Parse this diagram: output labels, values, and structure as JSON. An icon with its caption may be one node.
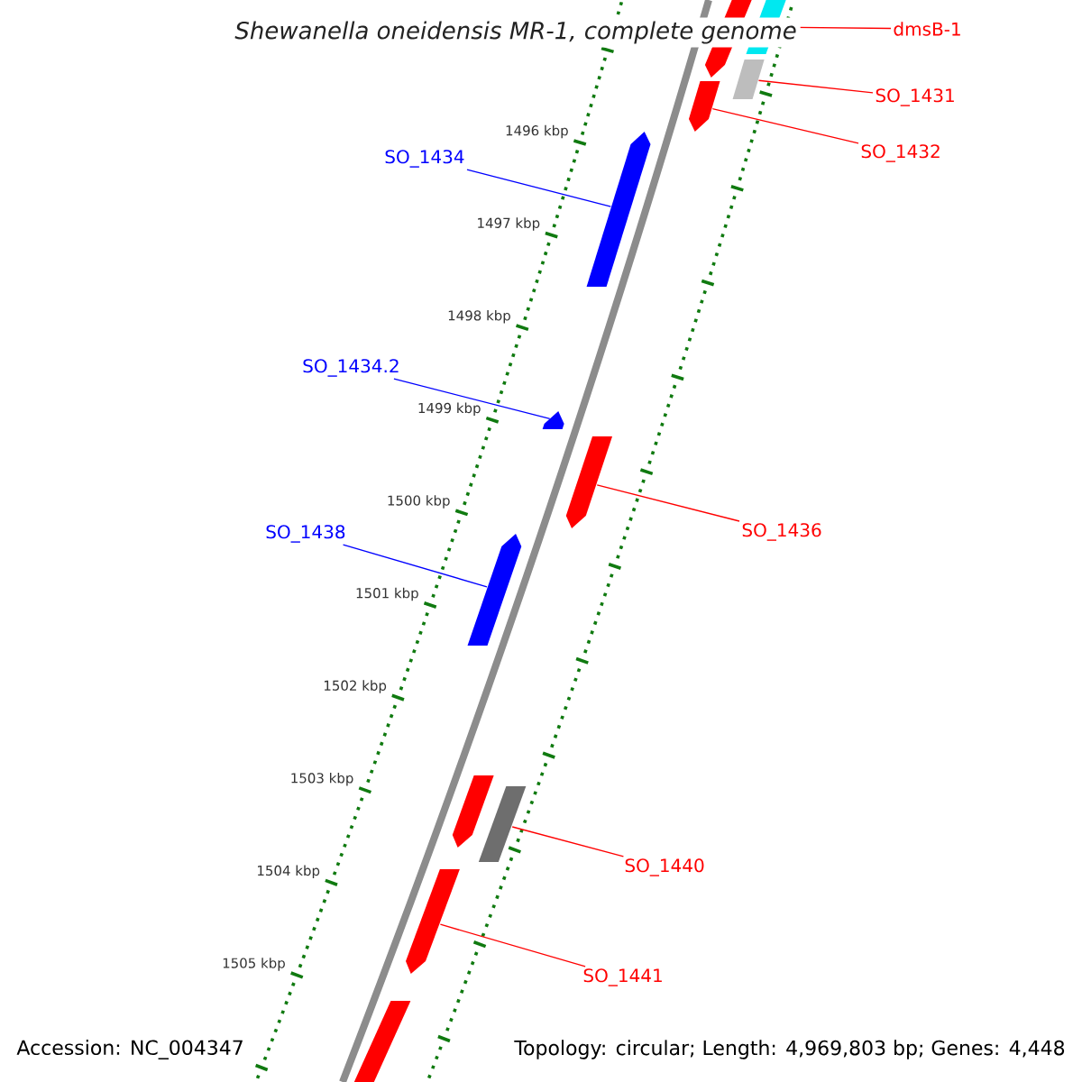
{
  "diagram": {
    "title": "Shewanella oneidensis MR-1, complete genome",
    "nodes": [
      {
        "text": [
          "dmsB-1"
        ]
      },
      {
        "text": [],
        "shape": "pentagon"
      },
      {
        "text": [
          "SO_1431"
        ]
      },
      {
        "text": [],
        "shape": "bar"
      },
      {
        "text": [
          "SO_1432"
        ]
      },
      {
        "text": [],
        "shape": "pentagon"
      },
      {
        "text": [
          "SO_1434"
        ]
      },
      {
        "text": [],
        "shape": "pentagon"
      },
      {
        "text": [
          "SO_1434.2"
        ]
      },
      {
        "text": [],
        "shape": "triangle"
      },
      {
        "text": [
          "SO_1436"
        ]
      },
      {
        "text": [],
        "shape": "pentagon"
      },
      {
        "text": [
          "SO_1438"
        ]
      },
      {
        "text": [],
        "shape": "pentagon"
      },
      {
        "text": [
          "SO_1440"
        ]
      },
      {
        "text": [],
        "shape": "bar"
      },
      {
        "text": [
          "SO_1441"
        ]
      },
      {
        "text": [],
        "shape": "pentagon"
      },
      {
        "text": [],
        "shape": "pentagon"
      },
      {
        "text": [],
        "shape": "pentagon"
      },
      {
        "text": [],
        "shape": "pentagon"
      }
    ],
    "edges": [
      {
        "from": 0,
        "to": 1,
        "arrow": "none"
      },
      {
        "from": 2,
        "to": 3,
        "arrow": "none"
      },
      {
        "from": 4,
        "to": 5,
        "arrow": "none"
      },
      {
        "from": 6,
        "to": 7,
        "arrow": "none",
        "color": "#0000ff"
      },
      {
        "from": 8,
        "to": 9,
        "arrow": "none",
        "color": "#0000ff"
      },
      {
        "from": 10,
        "to": 11,
        "arrow": "none"
      },
      {
        "from": 12,
        "to": 13,
        "arrow": "none",
        "color": "#0000ff"
      },
      {
        "from": 14,
        "to": 15,
        "arrow": "none"
      },
      {
        "from": 16,
        "to": 17,
        "arrow": "none"
      }
    ],
    "labels": [
      "1496 kbp",
      "1497 kbp",
      "1498 kbp",
      "1499 kbp",
      "1500 kbp",
      "1501 kbp",
      "1502 kbp",
      "1503 kbp",
      "1504 kbp",
      "1505 kbp",
      "Accession: NC_004347",
      "Topology: circular; Length: 4,969,803 bp; Genes: 4,448"
    ]
  }
}
